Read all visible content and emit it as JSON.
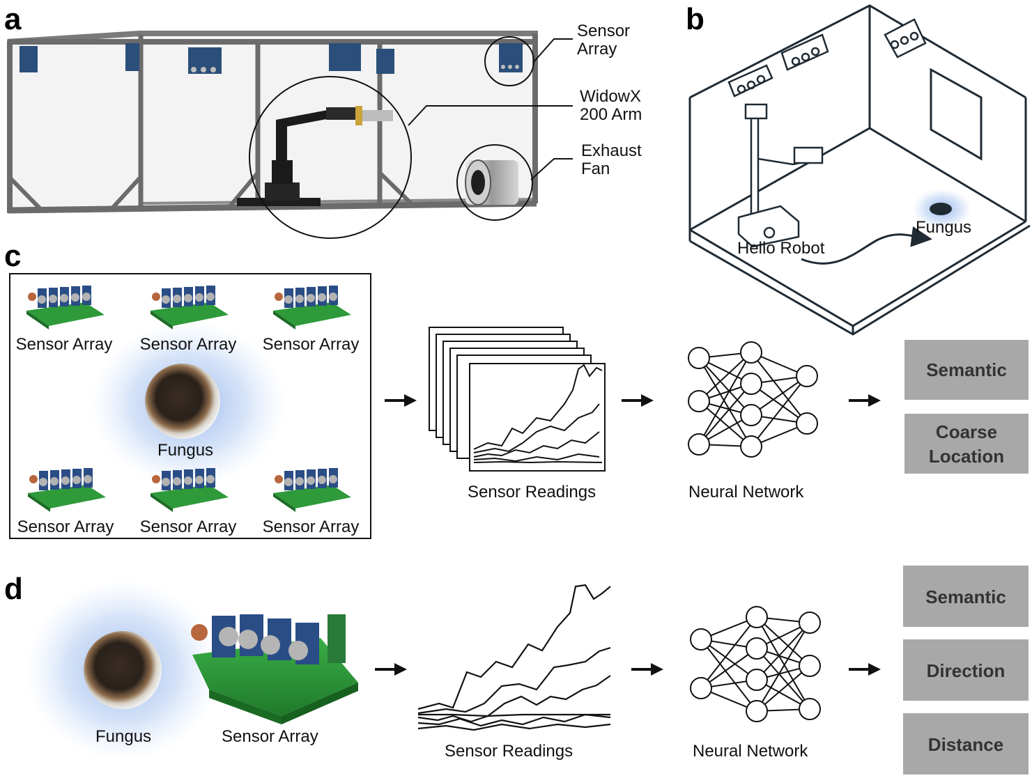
{
  "panels": {
    "a": {
      "letter": "a",
      "callouts": {
        "sensor_array": [
          "Sensor",
          "Array"
        ],
        "arm": [
          "WidowX",
          "200 Arm"
        ],
        "fan": [
          "Exhaust",
          "Fan"
        ]
      }
    },
    "b": {
      "letter": "b",
      "robot_label": "Hello Robot",
      "fungus_label": "Fungus"
    },
    "c": {
      "letter": "c",
      "sensor_array_label": "Sensor Array",
      "fungus_label": "Fungus",
      "readings_label": "Sensor Readings",
      "network_label": "Neural Network",
      "outputs": [
        "Semantic",
        [
          "Coarse",
          "Location"
        ]
      ]
    },
    "d": {
      "letter": "d",
      "fungus_label": "Fungus",
      "sensor_array_label": "Sensor Array",
      "readings_label": "Sensor Readings",
      "network_label": "Neural Network",
      "outputs": [
        "Semantic",
        "Direction",
        "Distance"
      ]
    }
  },
  "colors": {
    "output_box": "#a8a8a8",
    "output_text": "#333333",
    "pcb_green": "#2e9a3a",
    "spore_blue": "#5b8fe0",
    "frame_gray": "#6b6b6b",
    "room_line": "#1f2a33"
  }
}
